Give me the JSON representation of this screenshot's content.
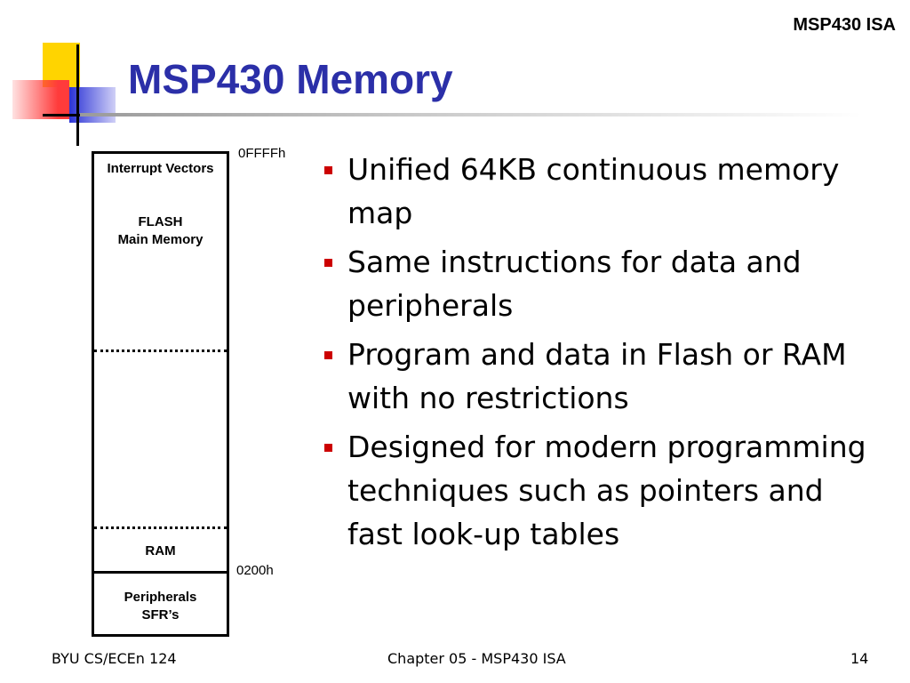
{
  "header": {
    "tag": "MSP430 ISA"
  },
  "slide": {
    "title": "MSP430 Memory"
  },
  "memory_map": {
    "top_address": "0FFFFh",
    "boundary_address": "0200h",
    "regions": {
      "interrupt_vectors": "Interrupt Vectors",
      "flash_line1": "FLASH",
      "flash_line2": "Main Memory",
      "ram": "RAM",
      "peripherals_line1": "Peripherals",
      "peripherals_line2": "SFR’s"
    }
  },
  "bullets": [
    "Unified 64KB continuous memory map",
    "Same instructions for data and peripherals",
    "Program and data in Flash or RAM with no restrictions",
    "Designed for modern programming techniques such as pointers and fast look-up tables"
  ],
  "footer": {
    "left": "BYU CS/ECEn 124",
    "center": "Chapter 05 - MSP430 ISA",
    "page_number": "14"
  },
  "colors": {
    "title": "#2b2fa8",
    "bullet": "#cc0000",
    "logo_yellow": "#ffd400",
    "logo_red": "#ff3b3b",
    "logo_blue": "#2b33d6"
  }
}
